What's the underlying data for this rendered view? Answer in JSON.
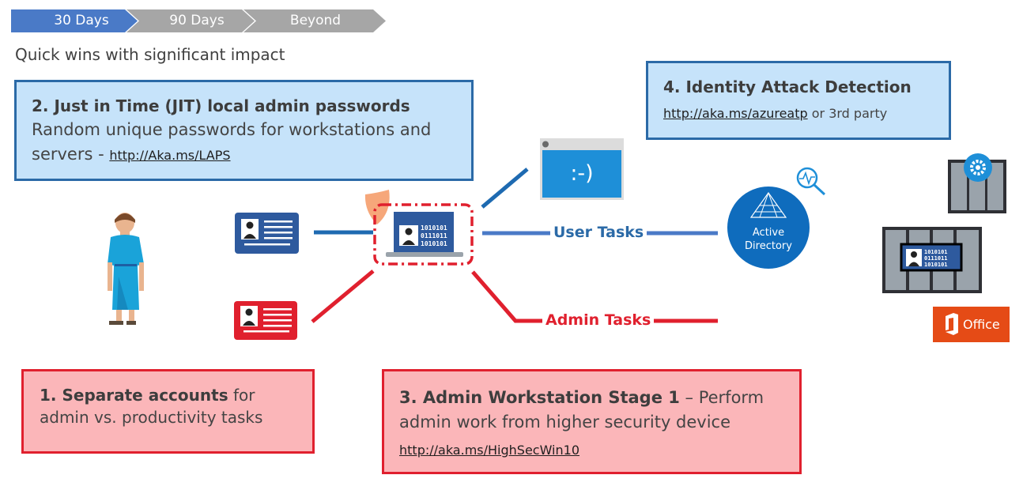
{
  "phases": [
    "30 Days",
    "90 Days",
    "Beyond"
  ],
  "subtitle": "Quick wins with significant impact",
  "box_jit": {
    "title": "2. Just in Time (JIT) local admin passwords",
    "text": "Random unique passwords for workstations and servers - ",
    "link": "http://Aka.ms/LAPS"
  },
  "box_detection": {
    "title": "4. Identity Attack Detection",
    "link": "http://aka.ms/azureatp",
    "suffix": " or 3rd party"
  },
  "box_accounts": {
    "title": "1. Separate accounts",
    "text": " for admin vs. productivity tasks"
  },
  "box_workstation": {
    "title": "3. Admin Workstation Stage 1",
    "text": " – Perform admin work from higher security device",
    "link": "http://aka.ms/HighSecWin10"
  },
  "labels": {
    "user_tasks": "User Tasks",
    "admin_tasks": "Admin Tasks",
    "active_directory_line1": "Active",
    "active_directory_line2": "Directory",
    "office": "Office",
    "smiley": ":-)",
    "binary": [
      "1010101",
      "0111011",
      "1010101"
    ]
  },
  "colors": {
    "blue_accent": "#2b6aa7",
    "red_accent": "#e0202e",
    "ad_blue": "#0f6cbd",
    "office_orange": "#e54b16",
    "phase_active": "#4a7ac7",
    "phase_inactive": "#a6a6a6"
  }
}
